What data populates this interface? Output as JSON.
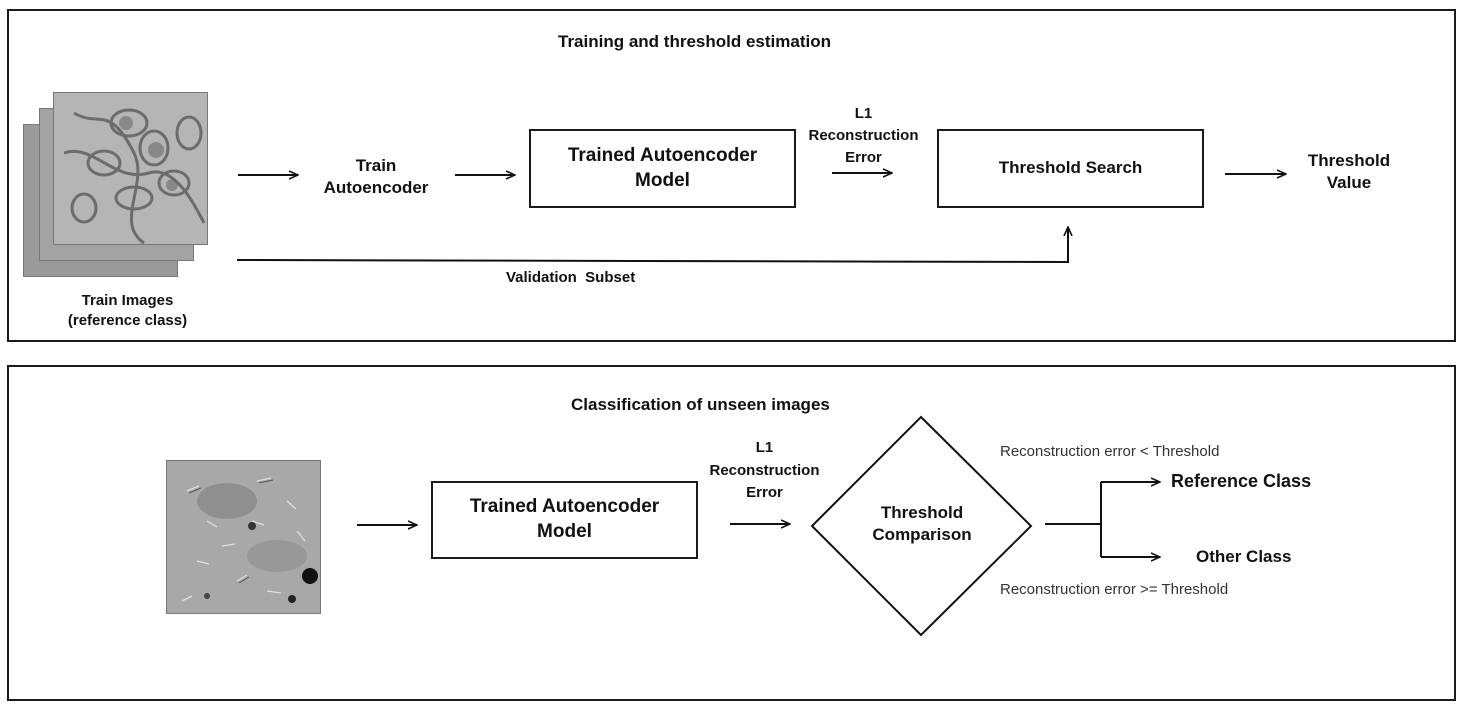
{
  "top_panel": {
    "title": "Training and threshold estimation",
    "train_images_label_line1": "Train Images",
    "train_images_label_line2": "(reference class)",
    "train_step_line1": "Train",
    "train_step_line2": "Autoencoder",
    "model_box_line1": "Trained Autoencoder",
    "model_box_line2": "Model",
    "error_label_line1": "L1",
    "error_label_line2": "Reconstruction",
    "error_label_line3": "Error",
    "threshold_search_box": "Threshold Search",
    "output_line1": "Threshold",
    "output_line2": "Value",
    "validation_label": "Validation  Subset"
  },
  "bottom_panel": {
    "title": "Classification of unseen images",
    "model_box_line1": "Trained Autoencoder",
    "model_box_line2": "Model",
    "error_label_line1": "L1",
    "error_label_line2": "Reconstruction",
    "error_label_line3": "Error",
    "comparison_line1": "Threshold",
    "comparison_line2": "Comparison",
    "condition_upper": "Reconstruction error < Threshold",
    "condition_lower": "Reconstruction error >= Threshold",
    "class_upper": "Reference Class",
    "class_lower": "Other Class"
  }
}
